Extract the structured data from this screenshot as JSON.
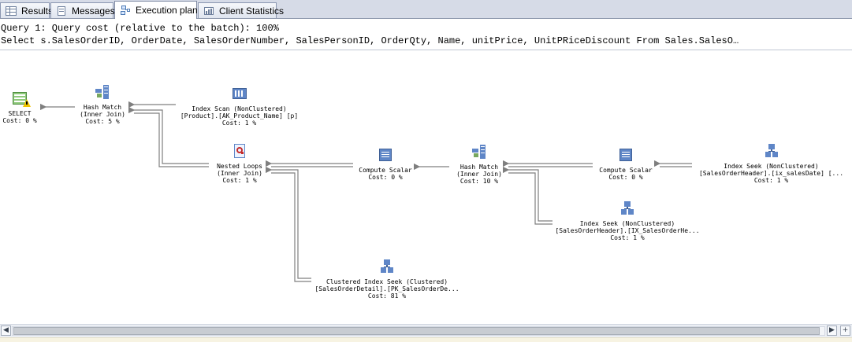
{
  "tabs": [
    {
      "label": "Results",
      "icon": "grid-results-icon"
    },
    {
      "label": "Messages",
      "icon": "messages-document-icon"
    },
    {
      "label": "Execution plan",
      "icon": "execution-plan-icon"
    },
    {
      "label": "Client Statistics",
      "icon": "client-statistics-icon"
    }
  ],
  "query": {
    "line1": "Query 1: Query cost (relative to the batch): 100%",
    "line2": "Select s.SalesOrderID, OrderDate, SalesOrderNumber, SalesPersonID, OrderQty, Name, unitPrice, UnitPRiceDiscount From Sales.SalesO…"
  },
  "plan": {
    "nodes": {
      "select": {
        "icon": "select-result-icon",
        "lines": [
          "SELECT",
          "Cost: 0 %"
        ]
      },
      "hash_match_1": {
        "icon": "hash-match-icon",
        "lines": [
          "Hash Match",
          "(Inner Join)",
          "Cost: 5 %"
        ]
      },
      "index_scan": {
        "icon": "index-scan-icon",
        "lines": [
          "Index Scan (NonClustered)",
          "[Product].[AK_Product_Name] [p]",
          "Cost: 1 %"
        ]
      },
      "nested_loops": {
        "icon": "nested-loops-icon",
        "lines": [
          "Nested Loops",
          "(Inner Join)",
          "Cost: 1 %"
        ]
      },
      "compute_scalar_1": {
        "icon": "compute-scalar-icon",
        "lines": [
          "Compute Scalar",
          "Cost: 0 %"
        ]
      },
      "hash_match_2": {
        "icon": "hash-match-icon",
        "lines": [
          "Hash Match",
          "(Inner Join)",
          "Cost: 10 %"
        ]
      },
      "compute_scalar_2": {
        "icon": "compute-scalar-icon",
        "lines": [
          "Compute Scalar",
          "Cost: 0 %"
        ]
      },
      "index_seek_1": {
        "icon": "index-seek-icon",
        "lines": [
          "Index Seek (NonClustered)",
          "[SalesOrderHeader].[ix_salesDate] [...",
          "Cost: 1 %"
        ]
      },
      "index_seek_2": {
        "icon": "index-seek-icon",
        "lines": [
          "Index Seek (NonClustered)",
          "[SalesOrderHeader].[IX_SalesOrderHe...",
          "Cost: 1 %"
        ]
      },
      "clustered_index_seek": {
        "icon": "clustered-index-seek-icon",
        "lines": [
          "Clustered Index Seek (Clustered)",
          "[SalesOrderDetail].[PK_SalesOrderDe...",
          "Cost: 81 %"
        ]
      }
    }
  },
  "scrollbar": {
    "left_arrow": "◀",
    "right_arrow": "▶",
    "plus": "+"
  },
  "colors": {
    "tab_bg": "#d6dbe7",
    "active_tab": "#ffffff",
    "line": "#7f7f7f",
    "icon_blue": "#5f86c7",
    "icon_green": "#78a85f",
    "warning": "#f0c400"
  }
}
